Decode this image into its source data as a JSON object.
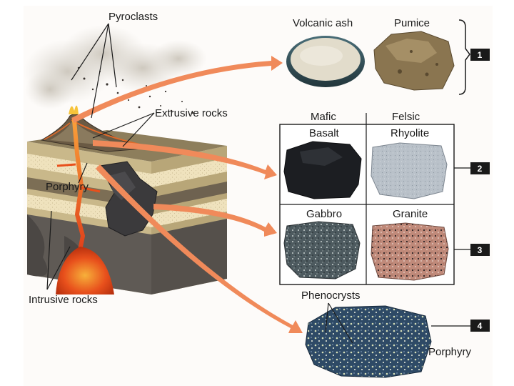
{
  "labels": {
    "pyroclasts": "Pyroclasts",
    "extrusive_rocks": "Extrusive rocks",
    "porphyry_left": "Porphyry",
    "intrusive_rocks": "Intrusive rocks",
    "volcanic_ash": "Volcanic ash",
    "pumice": "Pumice",
    "mafic": "Mafic",
    "felsic": "Felsic",
    "basalt": "Basalt",
    "rhyolite": "Rhyolite",
    "gabbro": "Gabbro",
    "granite": "Granite",
    "phenocrysts": "Phenocrysts",
    "porphyry_right": "Porphyry"
  },
  "markers": [
    "1",
    "2",
    "3",
    "4"
  ],
  "colors": {
    "arrow": "#f08a5a",
    "magma": "#e8501c",
    "basalt": "#1c1e22",
    "rhyolite": "#b9c1c9",
    "gabbro": "#4d5a5f",
    "granite": "#c08a7a",
    "porphyry_rock": "#2e4a66",
    "pumice": "#8a7550",
    "ash": "#e2dccb"
  }
}
